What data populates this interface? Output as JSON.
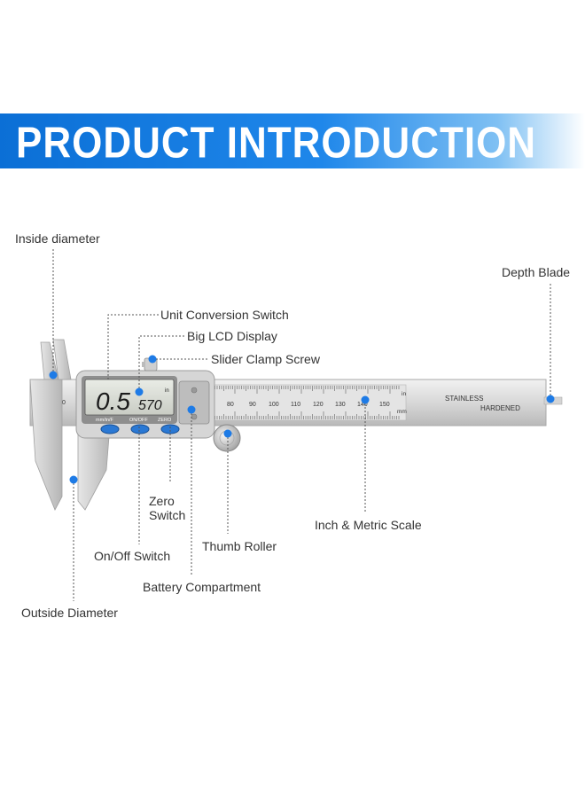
{
  "banner": {
    "title": "PRODUCT INTRODUCTION",
    "color": "#1677e0"
  },
  "accent_color": "#1e7be6",
  "caliper": {
    "lcd_main": "0.5",
    "lcd_sub": "570",
    "lcd_unit": "in",
    "btn_unit": "mm/in/F",
    "btn_onoff": "ON/OFF",
    "btn_zero": "ZERO",
    "engraving_line1": "STAINLESS",
    "engraving_line2": "HARDENED",
    "inch_unit": "in",
    "metric_unit": "mm",
    "zero_mark": "0",
    "metric_ticks": [
      "80",
      "90",
      "100",
      "110",
      "120",
      "130",
      "140",
      "150"
    ]
  },
  "labels": {
    "inside_diameter": "Inside diameter",
    "depth_blade": "Depth Blade",
    "unit_switch": "Unit Conversion Switch",
    "lcd_display": "Big LCD Display",
    "clamp_screw": "Slider Clamp Screw",
    "zero_switch_1": "Zero",
    "zero_switch_2": "Switch",
    "inch_metric": "Inch & Metric Scale",
    "thumb_roller": "Thumb Roller",
    "onoff_switch": "On/Off Switch",
    "battery": "Battery Compartment",
    "outside_diameter": "Outside Diameter"
  }
}
